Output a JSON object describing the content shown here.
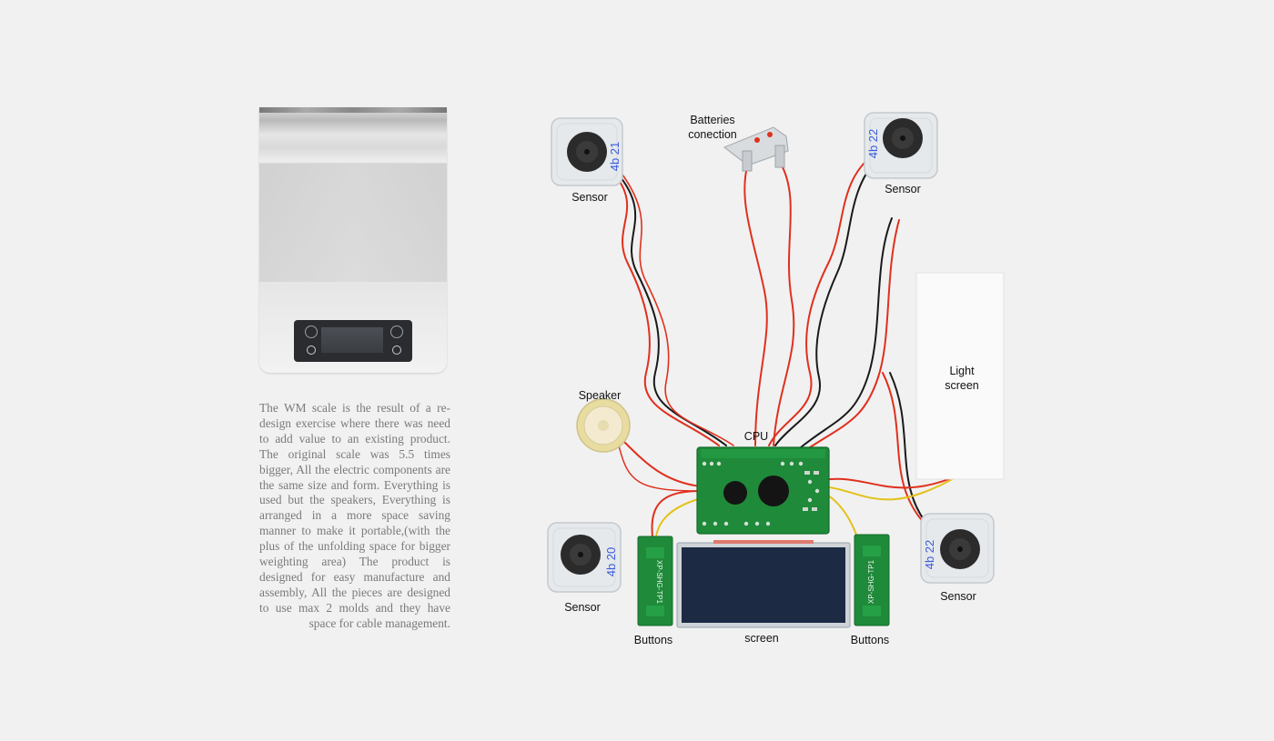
{
  "description": "The WM scale is the result of a re-design exercise where there was need to add value to an existing product. The original scale was 5.5 times bigger, All the electric components are the same size and form. Everything is used but the speakers, Everything is arranged in a more space saving manner to make it portable,(with the plus of the unfolding space for bigger weighting area) The product is designed for easy manufacture and assembly, All the pieces are designed to use max 2 molds and they have space for cable management.",
  "labels": {
    "sensor_top_left": "Sensor",
    "sensor_top_right": "Sensor",
    "sensor_bottom_left": "Sensor",
    "sensor_bottom_right": "Sensor",
    "batteries": "Batteries conection",
    "speaker": "Speaker",
    "cpu": "CPU",
    "light_screen": "Light screen",
    "buttons_left": "Buttons",
    "buttons_right": "Buttons",
    "screen": "screen"
  },
  "sensor_markings": {
    "top_left": "4b 21",
    "top_right": "4b 22",
    "bottom_left": "4b 20",
    "bottom_right": "4b 22"
  },
  "board_markings": {
    "buttons_left": "XP-SHG-TP1",
    "buttons_right": "XP-SHG-TP1"
  },
  "colors": {
    "background": "#f1f1f1",
    "pcb_green": "#1f8a3a",
    "wire_red": "#e0301e",
    "wire_black": "#1a1a1a",
    "wire_yellow": "#e3c21a",
    "lcd_blue": "#1d2a44",
    "text_gray": "#7a7a7a"
  }
}
